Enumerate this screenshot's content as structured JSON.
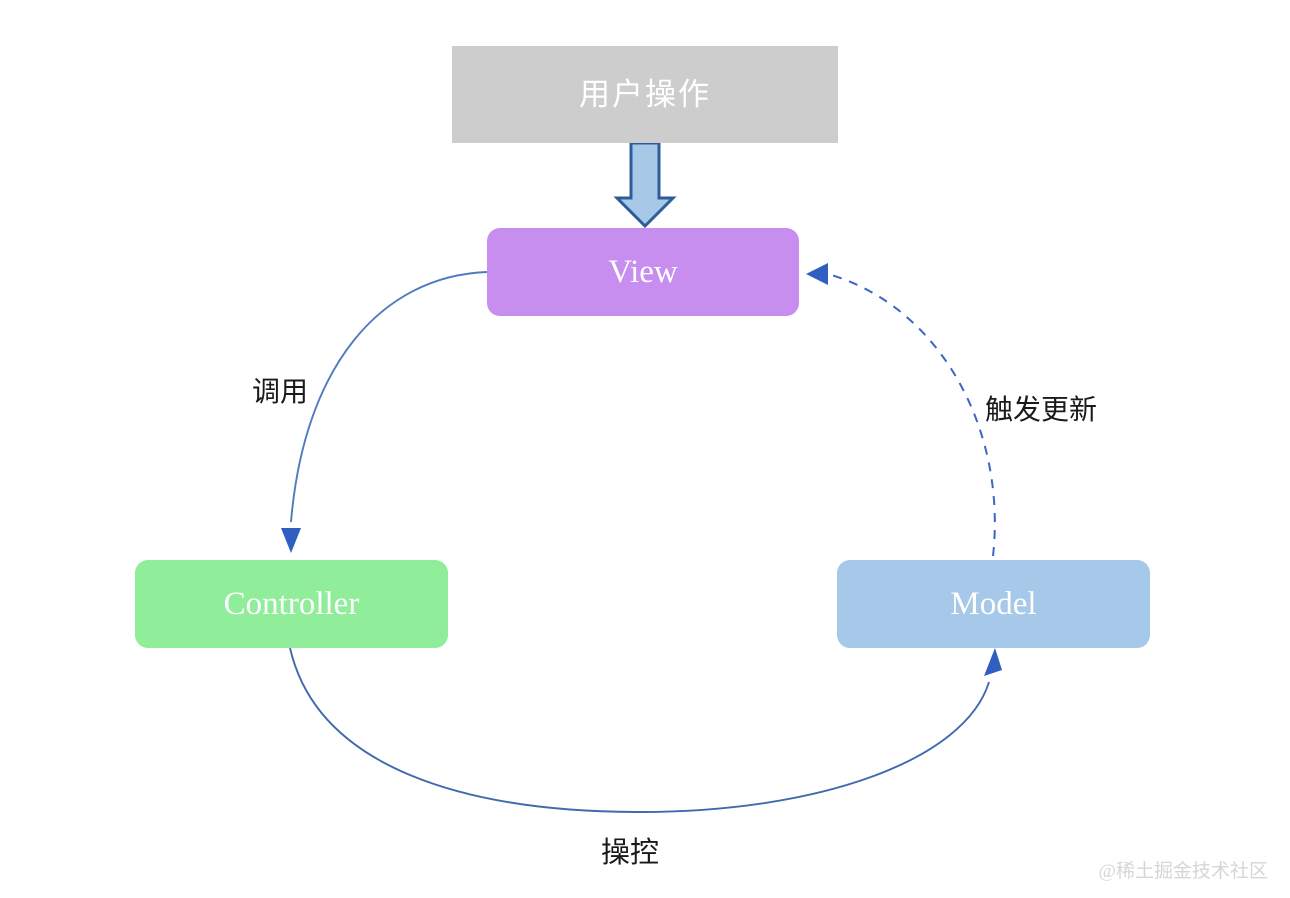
{
  "diagram": {
    "type": "mvc-flow-diagram",
    "background": "#ffffff",
    "nodes": [
      {
        "id": "user-action",
        "label": "用户操作",
        "shape": "rectangle",
        "fill": "#cdcdcd",
        "text_color": "#ffffff"
      },
      {
        "id": "view",
        "label": "View",
        "shape": "rounded-rectangle",
        "fill": "#c78ef0",
        "text_color": "#ffffff"
      },
      {
        "id": "controller",
        "label": "Controller",
        "shape": "rounded-rectangle",
        "fill": "#90ee9a",
        "text_color": "#ffffff"
      },
      {
        "id": "model",
        "label": "Model",
        "shape": "rounded-rectangle",
        "fill": "#a6c9e9",
        "text_color": "#ffffff"
      }
    ],
    "edges": [
      {
        "id": "user-action-to-view",
        "from": "user-action",
        "to": "view",
        "label": "",
        "style": "block-arrow",
        "fill": "#a8c8e8",
        "stroke": "#2e5c9a"
      },
      {
        "id": "view-to-controller",
        "from": "view",
        "to": "controller",
        "label": "调用",
        "style": "solid-curve",
        "stroke": "#4d7cc0"
      },
      {
        "id": "controller-to-model",
        "from": "controller",
        "to": "model",
        "label": "操控",
        "style": "solid-curve",
        "stroke": "#4d7cc0"
      },
      {
        "id": "model-to-view",
        "from": "model",
        "to": "view",
        "label": "触发更新",
        "style": "dashed-curve",
        "stroke": "#3b66c4"
      }
    ]
  },
  "watermark": {
    "text": "@稀土掘金技术社区",
    "color": "#d6d6d6"
  }
}
